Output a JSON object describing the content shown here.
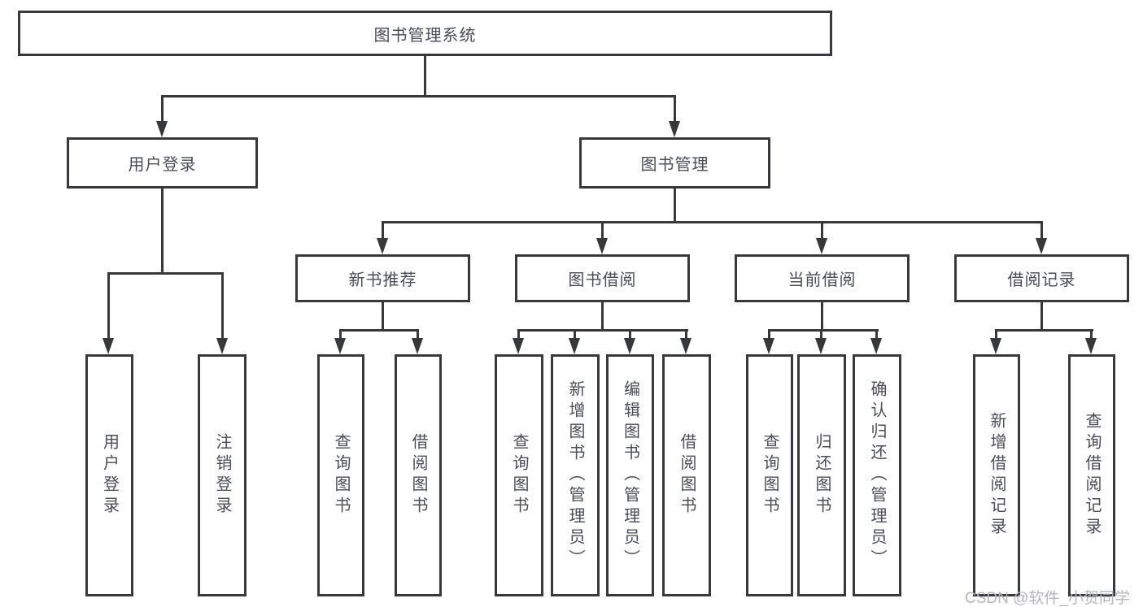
{
  "colors": {
    "line": "#36383a",
    "border": "#38393c",
    "text": "#4b4d56",
    "watermark": "#b4b7bc",
    "background": "#ffffff"
  },
  "diagram": {
    "title_node": {
      "label": "图书管理系统"
    },
    "level2": [
      {
        "label": "用户登录"
      },
      {
        "label": "图书管理"
      }
    ],
    "level3": [
      {
        "label": "新书推荐",
        "parent": "图书管理"
      },
      {
        "label": "图书借阅",
        "parent": "图书管理"
      },
      {
        "label": "当前借阅",
        "parent": "图书管理"
      },
      {
        "label": "借阅记录",
        "parent": "图书管理"
      }
    ],
    "leaves": [
      {
        "label": "用户登录",
        "parent": "用户登录"
      },
      {
        "label": "注销登录",
        "parent": "用户登录"
      },
      {
        "label": "查询图书",
        "parent": "新书推荐"
      },
      {
        "label": "借阅图书",
        "parent": "新书推荐"
      },
      {
        "label": "查询图书",
        "parent": "图书借阅"
      },
      {
        "label": "新增图书（管理员）",
        "parent": "图书借阅"
      },
      {
        "label": "编辑图书（管理员）",
        "parent": "图书借阅"
      },
      {
        "label": "借阅图书",
        "parent": "图书借阅"
      },
      {
        "label": "查询图书",
        "parent": "当前借阅"
      },
      {
        "label": "归还图书",
        "parent": "当前借阅"
      },
      {
        "label": "确认归还（管理员）",
        "parent": "当前借阅"
      },
      {
        "label": "新增借阅记录",
        "parent": "借阅记录"
      },
      {
        "label": "查询借阅记录",
        "parent": "借阅记录"
      }
    ]
  },
  "watermark": {
    "text": "CSDN @软件_小贺同学"
  }
}
